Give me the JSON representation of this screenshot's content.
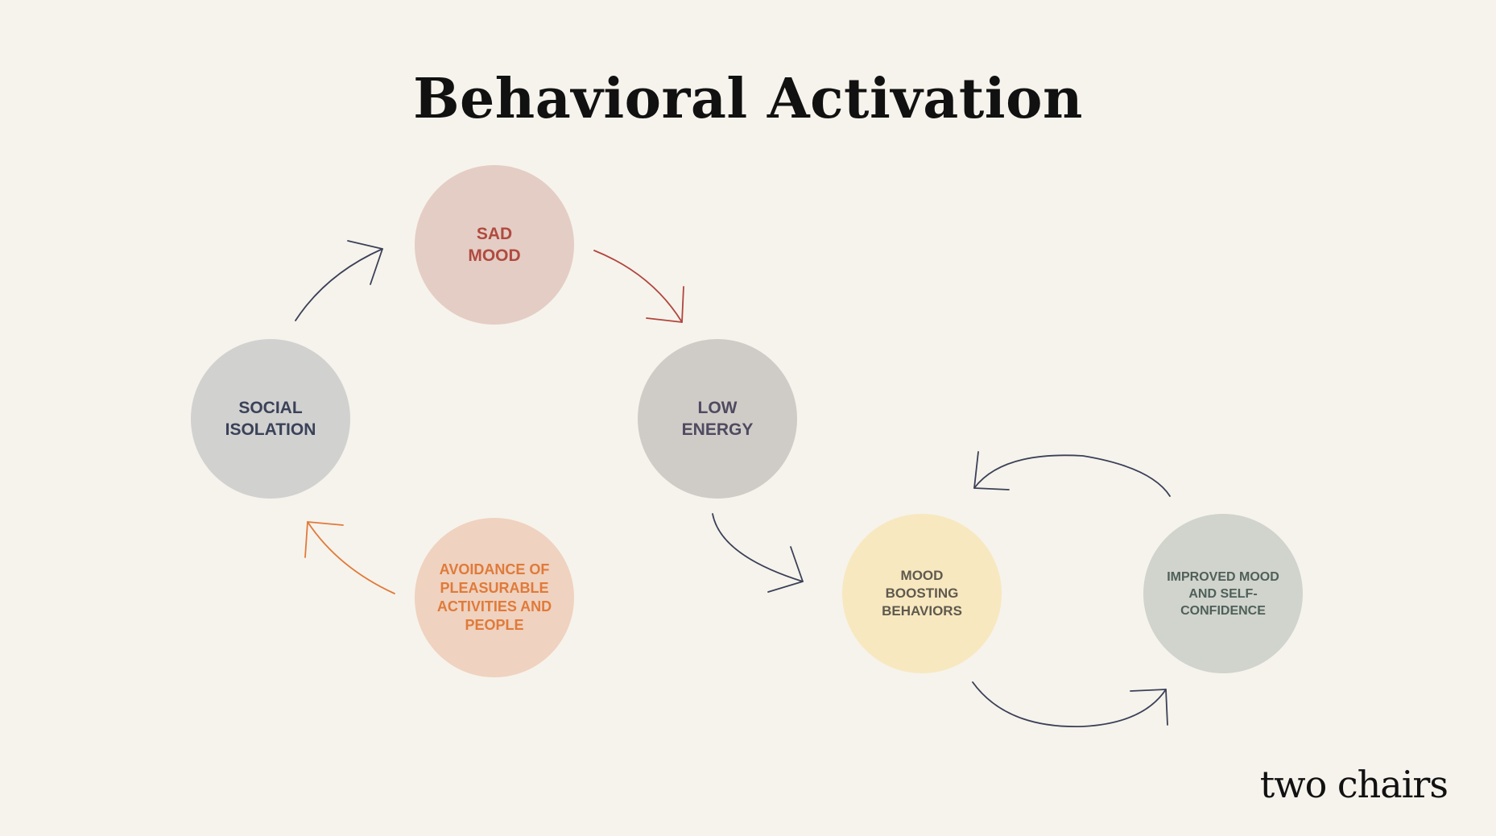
{
  "title": "Behavioral Activation",
  "nodes": {
    "sad_mood": {
      "label": "SAD\nMOOD",
      "fill": "#e4cdc4",
      "text_color": "#b04a40"
    },
    "low_energy": {
      "label": "LOW\nENERGY",
      "fill": "#cfcbc7",
      "text_color": "#4f4a60"
    },
    "social_isolation": {
      "label": "SOCIAL\nISOLATION",
      "fill": "#d1d1d0",
      "text_color": "#3a4258"
    },
    "avoidance": {
      "label": "AVOIDANCE OF\nPLEASURABLE\nACTIVITIES AND\nPEOPLE",
      "fill": "#efd2bf",
      "text_color": "#e07a3a"
    },
    "mood_boosting": {
      "label": "MOOD\nBOOSTING\nBEHAVIORS",
      "fill": "#f7e8c0",
      "text_color": "#5f5a4e"
    },
    "improved_mood": {
      "label": "IMPROVED MOOD\nAND SELF-\nCONFIDENCE",
      "fill": "#d0d4cc",
      "text_color": "#4f5f5a"
    }
  },
  "arrow_colors": {
    "dark": "#3b4058",
    "red": "#b0463e",
    "orange": "#e07a3a"
  },
  "logo": "two chairs"
}
